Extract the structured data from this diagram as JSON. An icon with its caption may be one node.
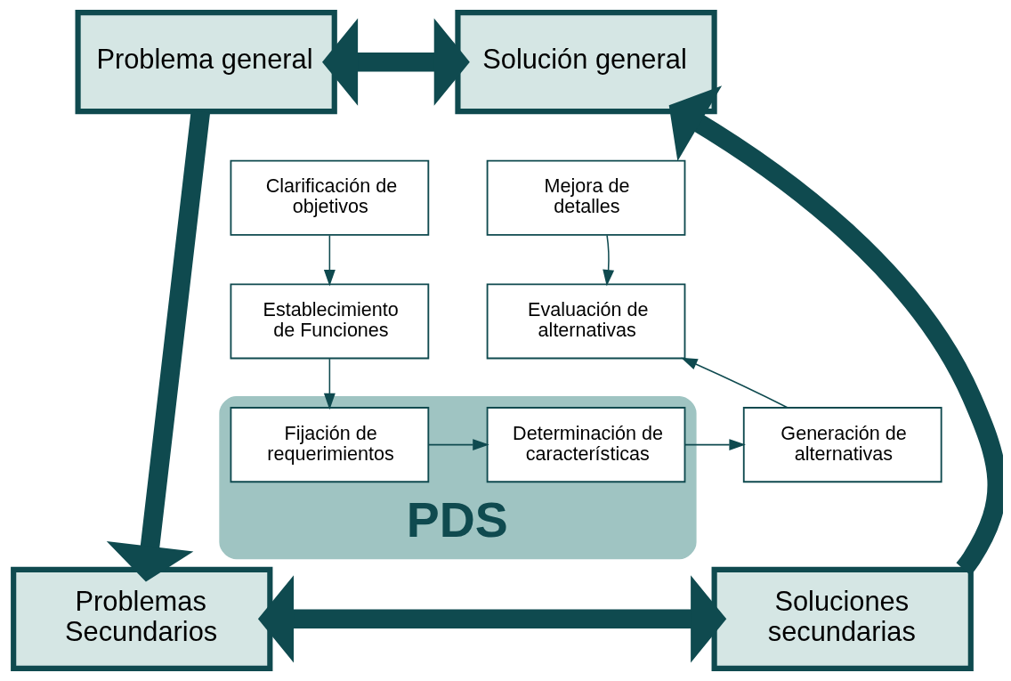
{
  "diagram": {
    "nodes": [
      {
        "text": [
          "Problema general"
        ]
      },
      {
        "text": [
          "Solución general"
        ]
      },
      {
        "text": [
          "Clarificación de objetivos"
        ]
      },
      {
        "text": [
          "Mejora de detalles"
        ]
      },
      {
        "text": [
          "Establecimiento de Funciones"
        ]
      },
      {
        "text": [
          "Evaluación de alternativas"
        ]
      },
      {
        "text": [
          "PDS"
        ]
      },
      {
        "text": [
          "Fijación de requerimientos"
        ],
        "in": 6
      },
      {
        "text": [
          "Determinación de características"
        ],
        "in": 6
      },
      {
        "text": [
          "Generación de alternativas"
        ]
      },
      {
        "text": [
          "Problemas Secundarios"
        ]
      },
      {
        "text": [
          "Soluciones secundarias"
        ]
      }
    ],
    "edges": [
      {
        "from": 0,
        "to": 1,
        "arrow": "both",
        "style": "thick"
      },
      {
        "from": 2,
        "to": 4,
        "arrow": "to"
      },
      {
        "from": 4,
        "to": 7,
        "arrow": "to"
      },
      {
        "from": 7,
        "to": 8,
        "arrow": "to"
      },
      {
        "from": 8,
        "to": 9,
        "arrow": "to"
      },
      {
        "from": 9,
        "to": 5,
        "arrow": "to"
      },
      {
        "from": 3,
        "to": 5,
        "arrow": "to"
      },
      {
        "from": 0,
        "to": 10,
        "arrow": "to",
        "style": "thick"
      },
      {
        "from": 11,
        "to": 1,
        "arrow": "to",
        "style": "thick"
      },
      {
        "from": 10,
        "to": 11,
        "arrow": "both",
        "style": "thick"
      }
    ]
  }
}
